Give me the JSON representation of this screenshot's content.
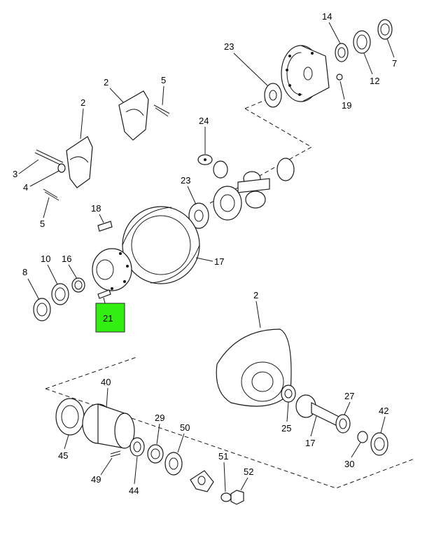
{
  "highlight": {
    "color": "#33ee11",
    "label": "21"
  },
  "callouts": [
    {
      "id": "c14",
      "label": "14"
    },
    {
      "id": "c7",
      "label": "7"
    },
    {
      "id": "c12",
      "label": "12"
    },
    {
      "id": "c23a",
      "label": "23"
    },
    {
      "id": "c19",
      "label": "19"
    },
    {
      "id": "c2a",
      "label": "2"
    },
    {
      "id": "c5a",
      "label": "5"
    },
    {
      "id": "c2b",
      "label": "2"
    },
    {
      "id": "c3",
      "label": "3"
    },
    {
      "id": "c4",
      "label": "4"
    },
    {
      "id": "c5b",
      "label": "5"
    },
    {
      "id": "c24",
      "label": "24"
    },
    {
      "id": "c23b",
      "label": "23"
    },
    {
      "id": "c18",
      "label": "18"
    },
    {
      "id": "c17a",
      "label": "17"
    },
    {
      "id": "c8",
      "label": "8"
    },
    {
      "id": "c10",
      "label": "10"
    },
    {
      "id": "c16",
      "label": "16"
    },
    {
      "id": "c2c",
      "label": "2"
    },
    {
      "id": "c40",
      "label": "40"
    },
    {
      "id": "c27",
      "label": "27"
    },
    {
      "id": "c42",
      "label": "42"
    },
    {
      "id": "c25",
      "label": "25"
    },
    {
      "id": "c17b",
      "label": "17"
    },
    {
      "id": "c30",
      "label": "30"
    },
    {
      "id": "c29",
      "label": "29"
    },
    {
      "id": "c50",
      "label": "50"
    },
    {
      "id": "c45",
      "label": "45"
    },
    {
      "id": "c51",
      "label": "51"
    },
    {
      "id": "c52",
      "label": "52"
    },
    {
      "id": "c49",
      "label": "49"
    },
    {
      "id": "c44",
      "label": "44"
    }
  ]
}
